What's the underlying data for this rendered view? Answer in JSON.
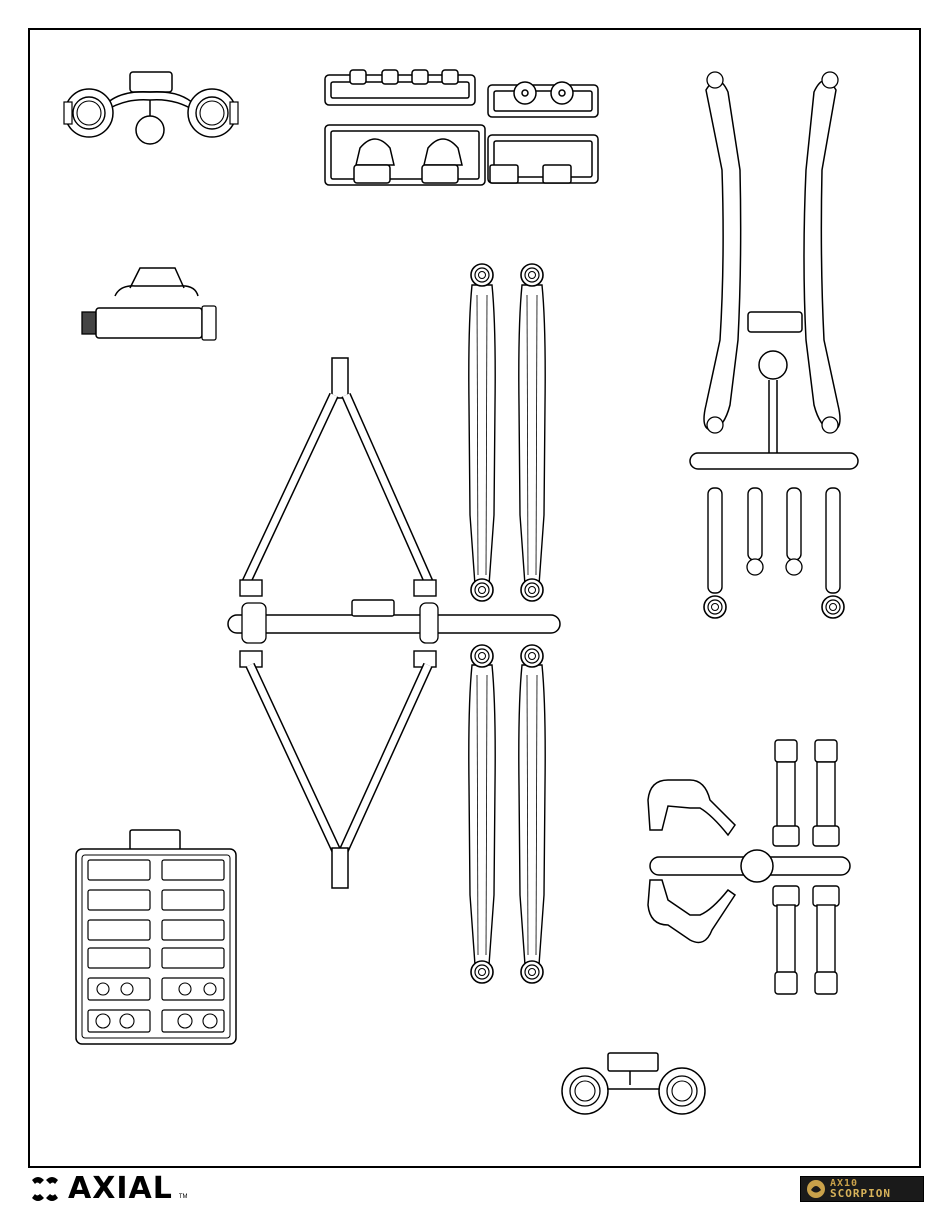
{
  "footer": {
    "brand": "AXIAL",
    "trademark": "TM",
    "product_line1": "AX10",
    "product_line2": "SCORPION"
  },
  "parts": [
    {
      "name": "steering-knuckle-tree"
    },
    {
      "name": "small-parts-tree"
    },
    {
      "name": "front-axle-tube"
    },
    {
      "name": "four-link-arms-sprue"
    },
    {
      "name": "upper-links-and-shock-ends-sprue"
    },
    {
      "name": "rod-end-grid-tree"
    },
    {
      "name": "shock-mount-sprue"
    },
    {
      "name": "hub-carrier-pair"
    }
  ]
}
